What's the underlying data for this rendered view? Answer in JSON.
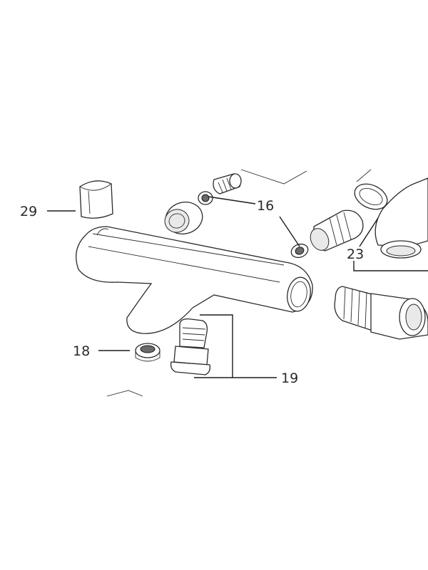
{
  "callouts": [
    {
      "id": "29",
      "text": "29"
    },
    {
      "id": "16",
      "text": "16"
    },
    {
      "id": "23",
      "text": "23"
    },
    {
      "id": "18",
      "text": "18"
    },
    {
      "id": "19",
      "text": "19"
    }
  ]
}
